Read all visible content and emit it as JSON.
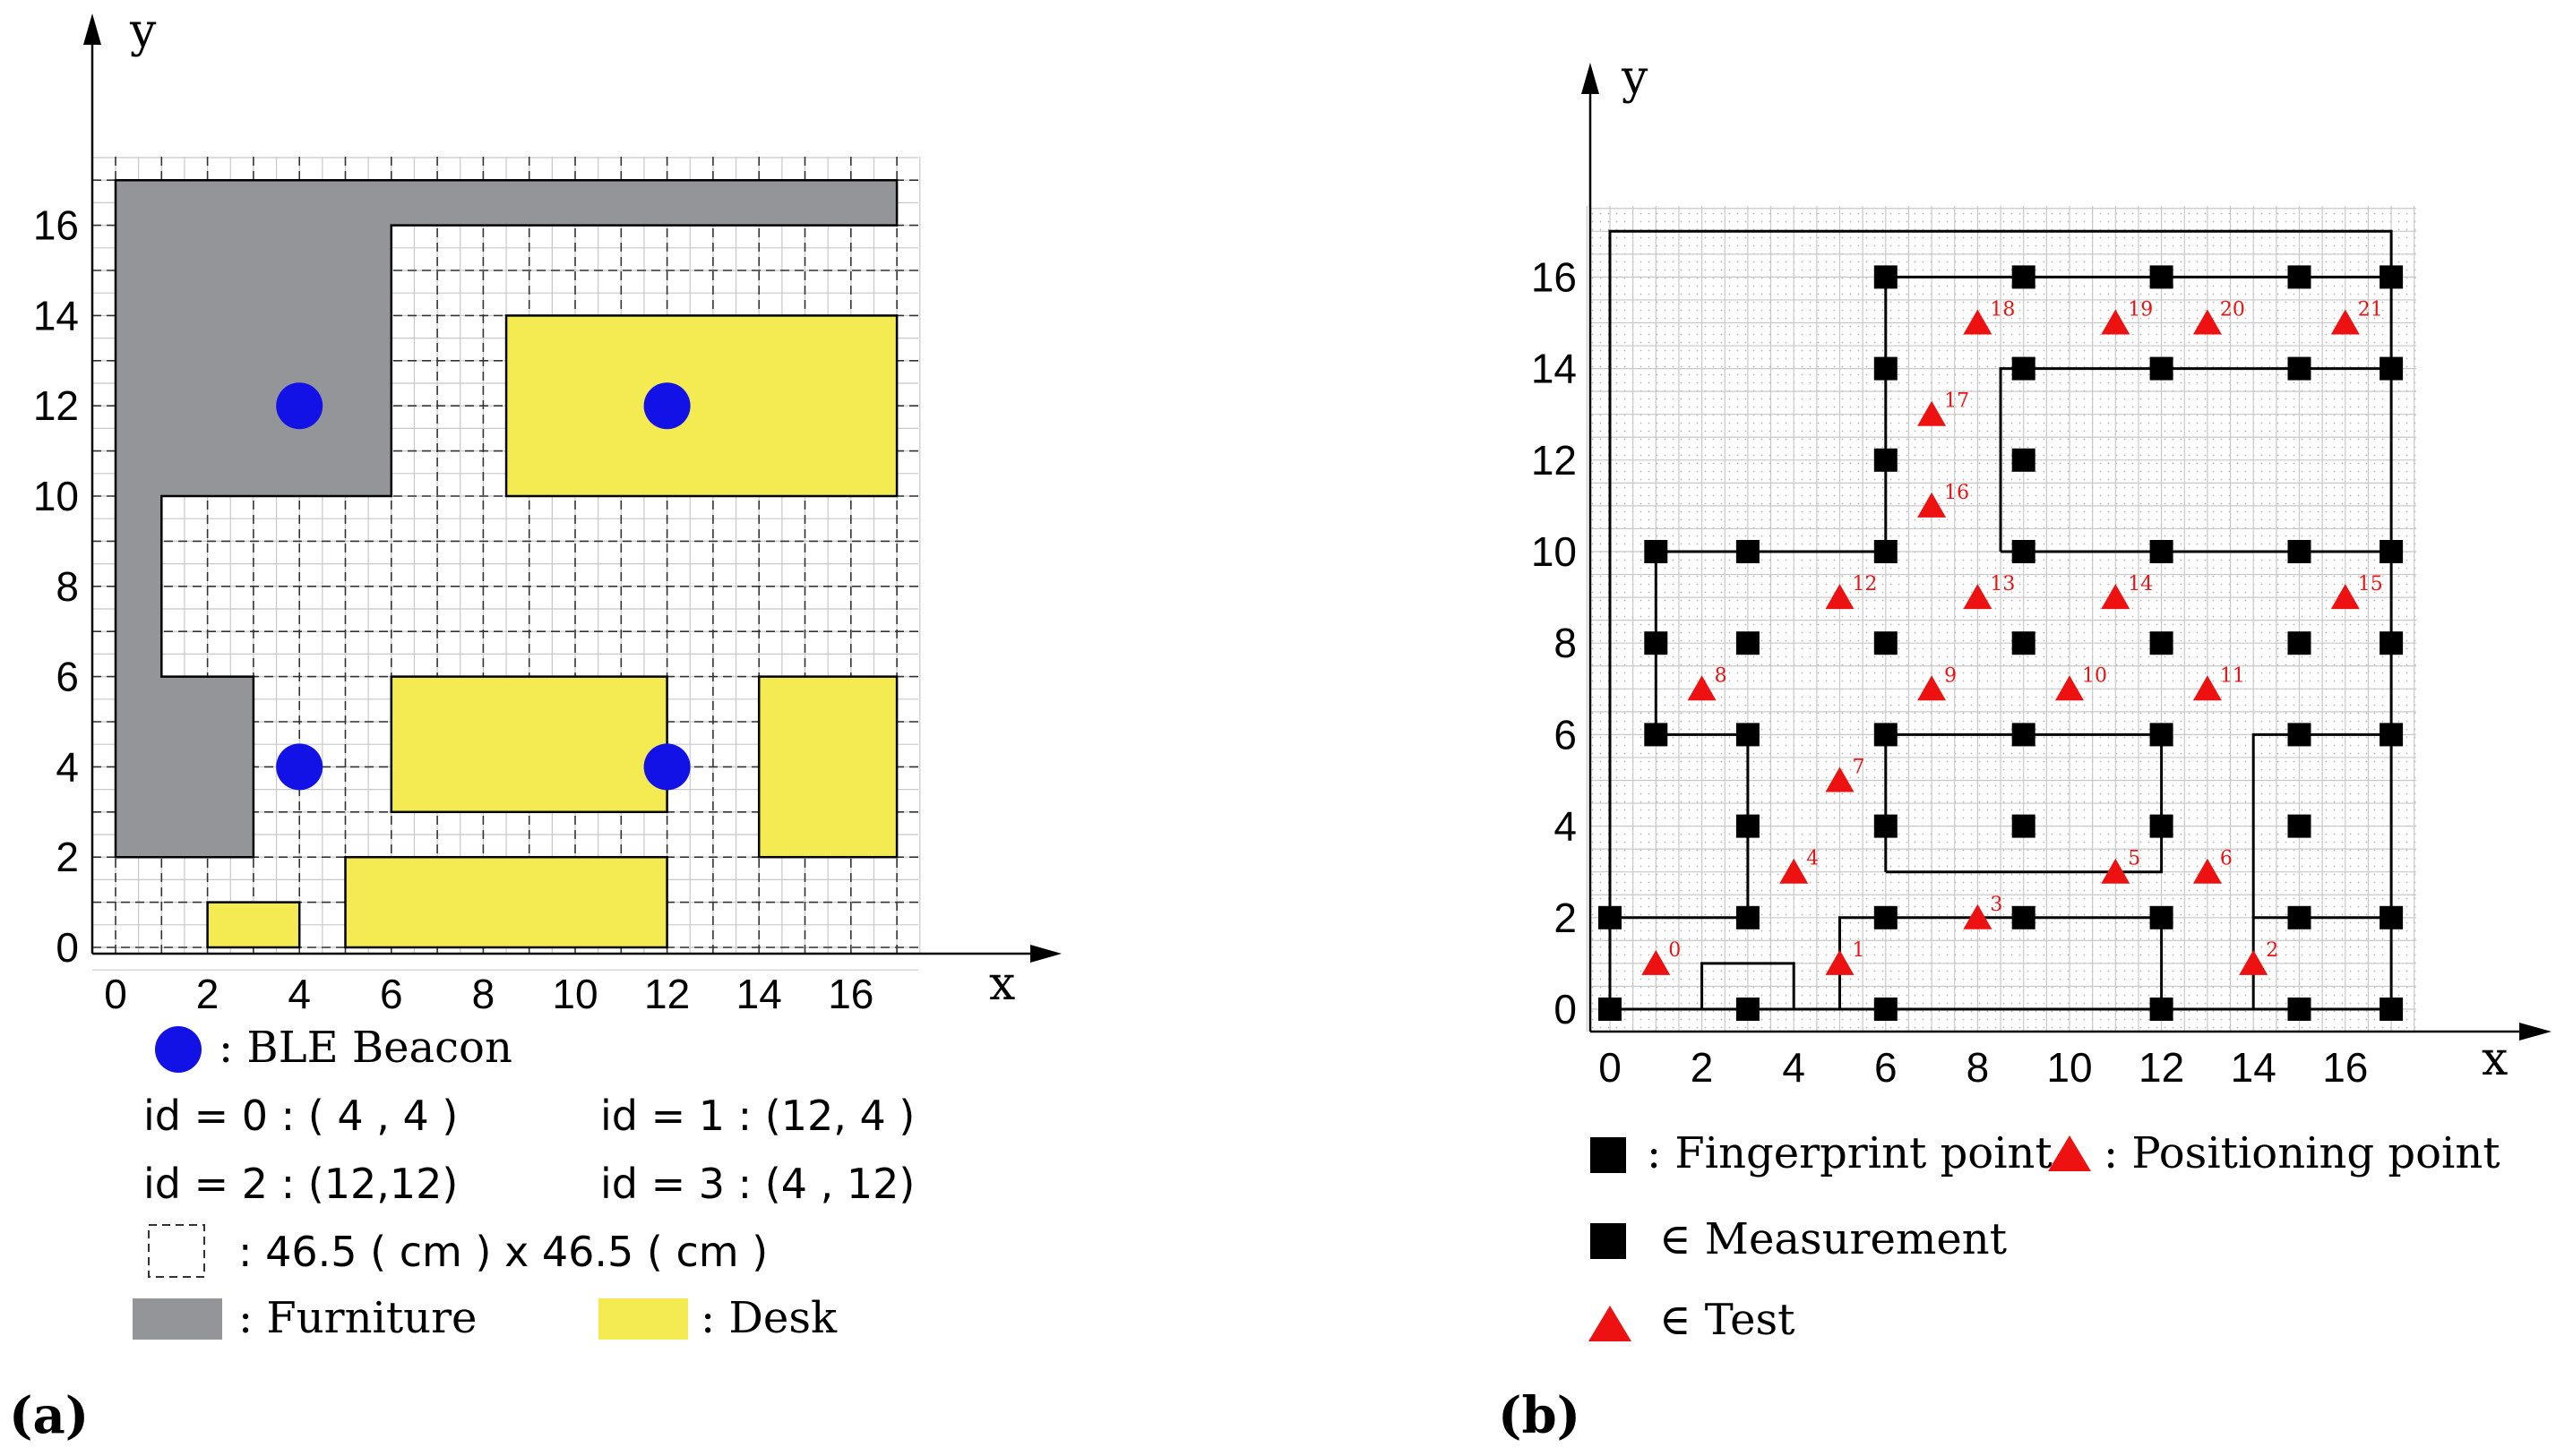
{
  "colors": {
    "furniture": "#939598",
    "desk": "#f4ea52",
    "beacon": "#1212e6",
    "fingerprint": "#000000",
    "positioning": "#ee1111",
    "grid_line": "#c8c8c8",
    "dash_line": "#333333"
  },
  "panel_a": {
    "label": "(a)",
    "y_axis_label": "y",
    "x_axis_label": "x",
    "x_ticks": [
      "0",
      "2",
      "4",
      "6",
      "8",
      "10",
      "12",
      "14",
      "16"
    ],
    "y_ticks": [
      "0",
      "2",
      "4",
      "6",
      "8",
      "10",
      "12",
      "14",
      "16"
    ],
    "legend": {
      "beacon": ": BLE Beacon",
      "id0": "id = 0 : ( 4 , 4 )",
      "id1": "id = 1 : (12, 4 )",
      "id2": "id = 2 : (12,12)",
      "id3": "id = 3 : (4 , 12)",
      "cell": ": 46.5 ( cm ) x 46.5 ( cm )",
      "furniture": ": Furniture",
      "desk": ": Desk"
    }
  },
  "panel_b": {
    "label": "(b)",
    "y_axis_label": "y",
    "x_axis_label": "x",
    "x_ticks": [
      "0",
      "2",
      "4",
      "6",
      "8",
      "10",
      "12",
      "14",
      "16"
    ],
    "y_ticks": [
      "0",
      "2",
      "4",
      "6",
      "8",
      "10",
      "12",
      "14",
      "16"
    ],
    "legend": {
      "fingerprint": ": Fingerprint point",
      "positioning": ": Positioning point",
      "measurement": "∈ Measurement",
      "test": "∈ Test"
    }
  },
  "chart_data": [
    {
      "type": "floor_plan",
      "panel": "(a)",
      "x_range": [
        0,
        17
      ],
      "y_range": [
        0,
        17
      ],
      "furniture": [
        {
          "polygon": [
            [
              0,
              2
            ],
            [
              3,
              2
            ],
            [
              3,
              6
            ],
            [
              1,
              6
            ],
            [
              1,
              10
            ],
            [
              6,
              10
            ],
            [
              6,
              16
            ],
            [
              17,
              16
            ],
            [
              17,
              17
            ],
            [
              0,
              17
            ]
          ]
        }
      ],
      "desks": [
        {
          "x": [
            8.5,
            17
          ],
          "y": [
            10,
            14
          ]
        },
        {
          "x": [
            6,
            12
          ],
          "y": [
            3,
            6
          ]
        },
        {
          "x": [
            14,
            17
          ],
          "y": [
            2,
            6
          ]
        },
        {
          "x": [
            5,
            12
          ],
          "y": [
            0,
            2
          ]
        },
        {
          "x": [
            2,
            4
          ],
          "y": [
            0,
            1
          ]
        }
      ],
      "beacons": [
        {
          "id": 0,
          "x": 4,
          "y": 4
        },
        {
          "id": 1,
          "x": 12,
          "y": 4
        },
        {
          "id": 2,
          "x": 12,
          "y": 12
        },
        {
          "id": 3,
          "x": 4,
          "y": 12
        }
      ]
    },
    {
      "type": "scatter",
      "panel": "(b)",
      "x_range": [
        0,
        17
      ],
      "y_range": [
        0,
        17
      ],
      "fingerprint_points": [
        [
          0,
          0
        ],
        [
          3,
          0
        ],
        [
          6,
          0
        ],
        [
          12,
          0
        ],
        [
          15,
          0
        ],
        [
          17,
          0
        ],
        [
          0,
          2
        ],
        [
          3,
          2
        ],
        [
          6,
          2
        ],
        [
          9,
          2
        ],
        [
          12,
          2
        ],
        [
          15,
          2
        ],
        [
          17,
          2
        ],
        [
          3,
          4
        ],
        [
          6,
          4
        ],
        [
          9,
          4
        ],
        [
          12,
          4
        ],
        [
          15,
          4
        ],
        [
          1,
          6
        ],
        [
          3,
          6
        ],
        [
          6,
          6
        ],
        [
          9,
          6
        ],
        [
          12,
          6
        ],
        [
          15,
          6
        ],
        [
          17,
          6
        ],
        [
          1,
          8
        ],
        [
          3,
          8
        ],
        [
          6,
          8
        ],
        [
          9,
          8
        ],
        [
          12,
          8
        ],
        [
          15,
          8
        ],
        [
          17,
          8
        ],
        [
          1,
          10
        ],
        [
          3,
          10
        ],
        [
          6,
          10
        ],
        [
          9,
          10
        ],
        [
          12,
          10
        ],
        [
          15,
          10
        ],
        [
          17,
          10
        ],
        [
          6,
          12
        ],
        [
          9,
          12
        ],
        [
          6,
          14
        ],
        [
          9,
          14
        ],
        [
          12,
          14
        ],
        [
          15,
          14
        ],
        [
          17,
          14
        ],
        [
          6,
          16
        ],
        [
          9,
          16
        ],
        [
          12,
          16
        ],
        [
          15,
          16
        ],
        [
          17,
          16
        ]
      ],
      "positioning_points": [
        {
          "label": "0",
          "x": 1,
          "y": 1
        },
        {
          "label": "1",
          "x": 5,
          "y": 1
        },
        {
          "label": "2",
          "x": 14,
          "y": 1
        },
        {
          "label": "3",
          "x": 8,
          "y": 2
        },
        {
          "label": "4",
          "x": 4,
          "y": 3
        },
        {
          "label": "5",
          "x": 11,
          "y": 3
        },
        {
          "label": "6",
          "x": 13,
          "y": 3
        },
        {
          "label": "7",
          "x": 5,
          "y": 5
        },
        {
          "label": "8",
          "x": 2,
          "y": 7
        },
        {
          "label": "9",
          "x": 7,
          "y": 7
        },
        {
          "label": "10",
          "x": 10,
          "y": 7
        },
        {
          "label": "11",
          "x": 13,
          "y": 7
        },
        {
          "label": "12",
          "x": 5,
          "y": 9
        },
        {
          "label": "13",
          "x": 8,
          "y": 9
        },
        {
          "label": "14",
          "x": 11,
          "y": 9
        },
        {
          "label": "15",
          "x": 16,
          "y": 9
        },
        {
          "label": "16",
          "x": 7,
          "y": 11
        },
        {
          "label": "17",
          "x": 7,
          "y": 13
        },
        {
          "label": "18",
          "x": 8,
          "y": 15
        },
        {
          "label": "19",
          "x": 11,
          "y": 15
        },
        {
          "label": "20",
          "x": 13,
          "y": 15
        },
        {
          "label": "21",
          "x": 16,
          "y": 15
        }
      ],
      "walls": [
        [
          [
            0,
            0
          ],
          [
            0,
            17
          ],
          [
            17,
            17
          ],
          [
            17,
            0
          ],
          [
            0,
            0
          ]
        ],
        [
          [
            0,
            2
          ],
          [
            3,
            2
          ]
        ],
        [
          [
            2,
            0
          ],
          [
            2,
            1
          ],
          [
            4,
            1
          ],
          [
            4,
            0
          ]
        ],
        [
          [
            5,
            0
          ],
          [
            5,
            2
          ],
          [
            12,
            2
          ],
          [
            12,
            0
          ]
        ],
        [
          [
            3,
            2
          ],
          [
            3,
            6
          ],
          [
            1,
            6
          ],
          [
            1,
            10
          ],
          [
            6,
            10
          ]
        ],
        [
          [
            6,
            3
          ],
          [
            6,
            6
          ],
          [
            12,
            6
          ],
          [
            12,
            3
          ],
          [
            6,
            3
          ]
        ],
        [
          [
            14,
            0
          ],
          [
            14,
            2
          ],
          [
            17,
            2
          ]
        ],
        [
          [
            14,
            2
          ],
          [
            14,
            6
          ],
          [
            17,
            6
          ]
        ],
        [
          [
            6,
            10
          ],
          [
            6,
            16
          ],
          [
            17,
            16
          ]
        ],
        [
          [
            8.5,
            10
          ],
          [
            8.5,
            14
          ],
          [
            17,
            14
          ]
        ],
        [
          [
            8.5,
            10
          ],
          [
            17,
            10
          ]
        ]
      ]
    }
  ]
}
